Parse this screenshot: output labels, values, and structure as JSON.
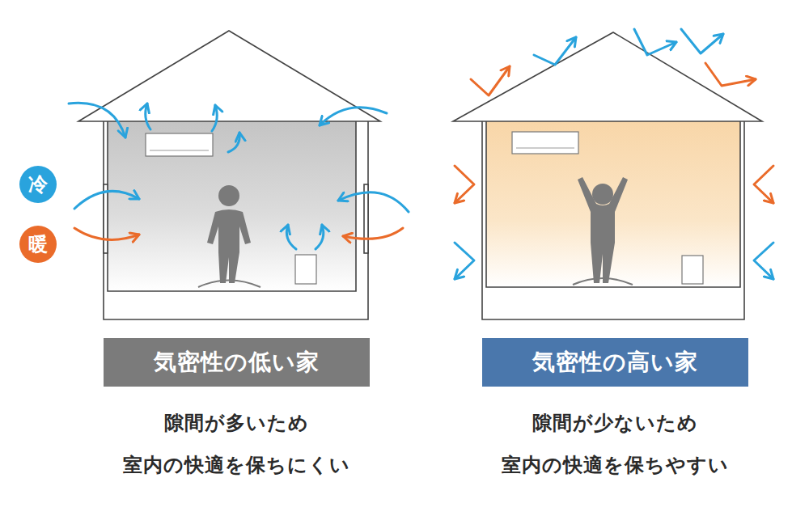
{
  "diagram": {
    "nodes": [
      {
        "text": [
          "冷"
        ]
      },
      {
        "text": [
          "暖"
        ]
      },
      {
        "text": [
          "気密性の低い家"
        ]
      },
      {
        "text": [
          "気密性の高い家"
        ]
      }
    ],
    "labels": [
      "隙間が多いため 室内の快適を保ちにくい",
      "隙間が少ないため 室内の快適を保ちやすい"
    ]
  }
}
